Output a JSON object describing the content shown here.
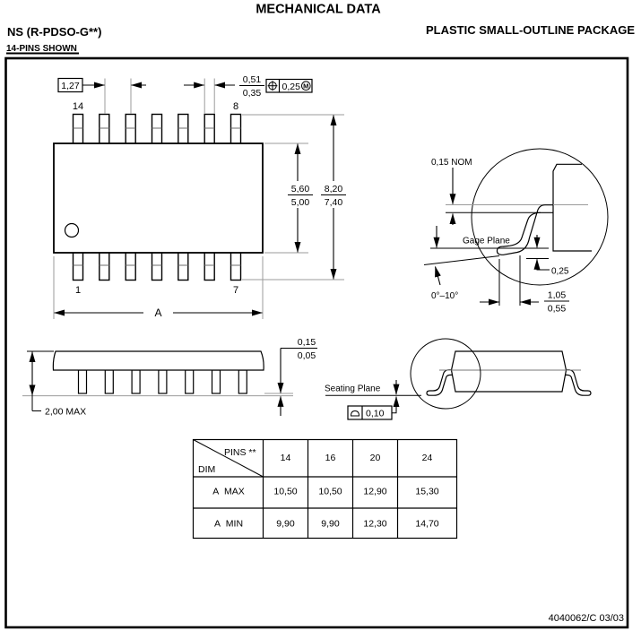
{
  "header": {
    "title": "MECHANICAL DATA",
    "package_code": "NS (R-PDSO-G**)",
    "package_type": "PLASTIC SMALL-OUTLINE PACKAGE",
    "subtitle": "14-PINS SHOWN"
  },
  "top_view": {
    "pin_labels": {
      "top_left": "14",
      "top_right": "8",
      "bottom_left": "1",
      "bottom_right": "7"
    },
    "dims": {
      "pitch": "1,27",
      "lead_width_max": "0,51",
      "lead_width_min": "0,35",
      "position_tolerance": "0,25",
      "tolerance_modifier": "M",
      "body_width_max": "5,60",
      "body_width_min": "5,00",
      "span_max": "8,20",
      "span_min": "7,40",
      "length_label": "A"
    }
  },
  "lead_detail": {
    "standoff": "0,15 NOM",
    "gage_plane_label": "Gage Plane",
    "lead_thickness": "0,25",
    "angle": "0°–10°",
    "foot_length_max": "1,05",
    "foot_length_min": "0,55"
  },
  "side_view": {
    "height": "2,00 MAX",
    "standoff_max": "0,15",
    "standoff_min": "0,05"
  },
  "end_view": {
    "seating_plane_label": "Seating Plane",
    "flatness": "0,10"
  },
  "table": {
    "corner_top": "PINS **",
    "corner_bottom": "DIM",
    "columns": [
      "14",
      "16",
      "20",
      "24"
    ],
    "rows": [
      {
        "label": "A  MAX",
        "values": [
          "10,50",
          "10,50",
          "12,90",
          "15,30"
        ]
      },
      {
        "label": "A  MIN",
        "values": [
          "9,90",
          "9,90",
          "12,30",
          "14,70"
        ]
      }
    ]
  },
  "footer": {
    "doc_number": "4040062/C  03/03"
  }
}
